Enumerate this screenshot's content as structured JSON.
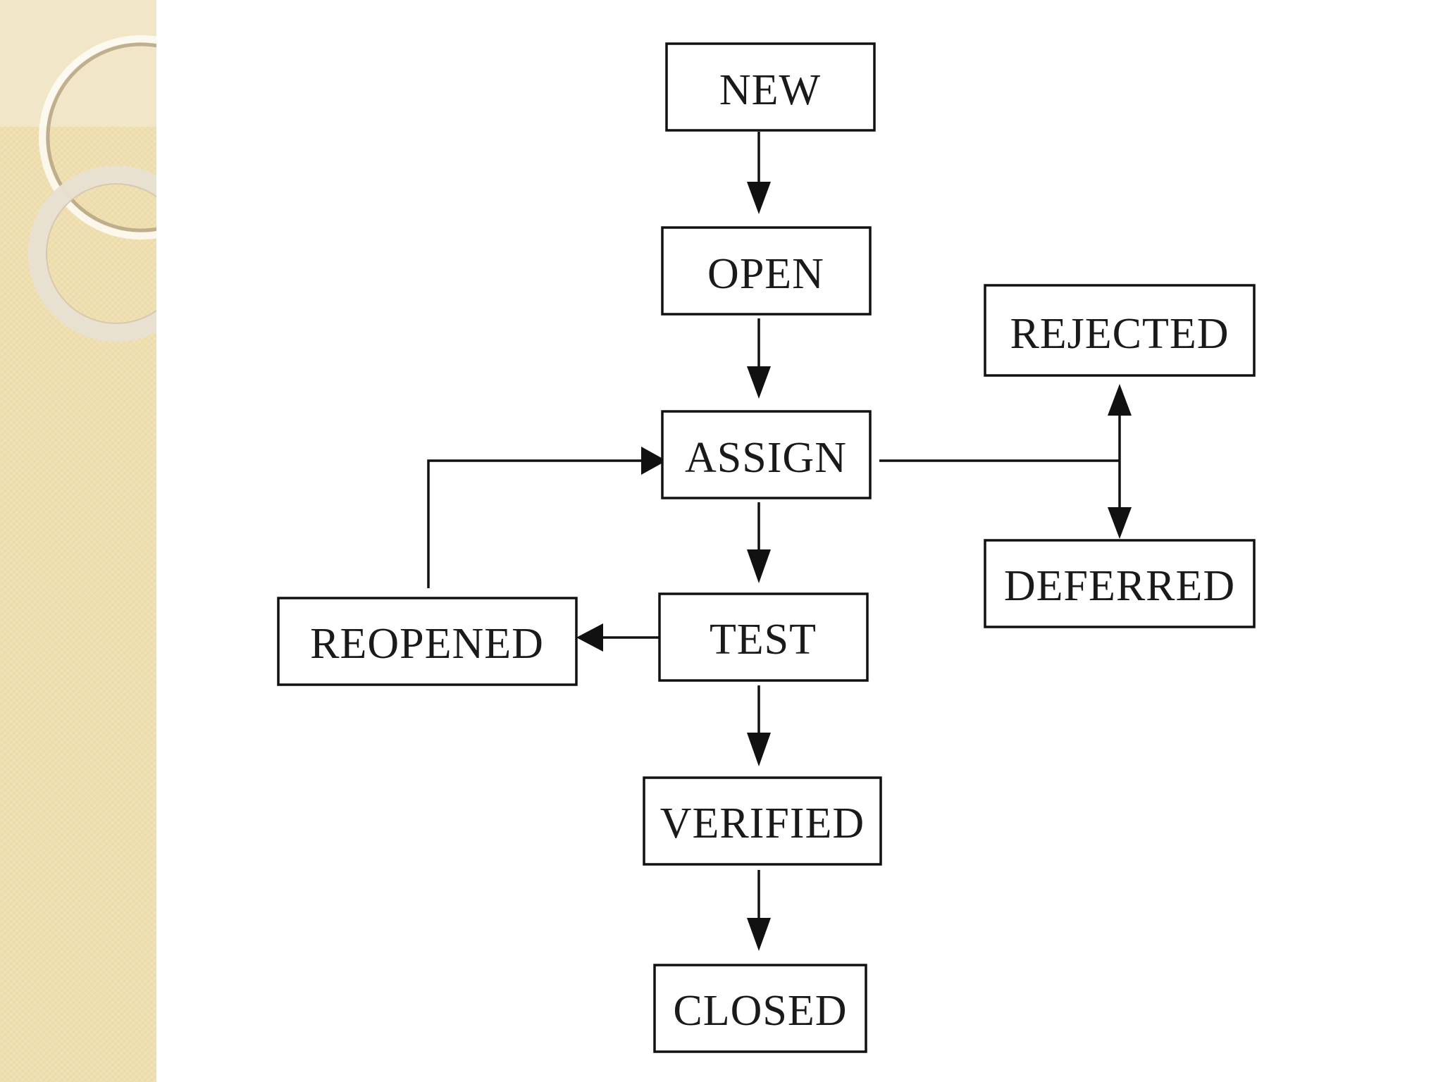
{
  "diagram": {
    "nodes": {
      "new": "NEW",
      "open": "OPEN",
      "assign": "ASSIGN",
      "rejected": "REJECTED",
      "deferred": "DEFERRED",
      "test": "TEST",
      "reopened": "REOPENED",
      "verified": "VERIFIED",
      "closed": "CLOSED"
    },
    "edges": [
      {
        "from": "NEW",
        "to": "OPEN"
      },
      {
        "from": "OPEN",
        "to": "ASSIGN"
      },
      {
        "from": "ASSIGN",
        "to": "TEST"
      },
      {
        "from": "ASSIGN",
        "to": "REJECTED"
      },
      {
        "from": "ASSIGN",
        "to": "DEFERRED"
      },
      {
        "from": "TEST",
        "to": "REOPENED"
      },
      {
        "from": "REOPENED",
        "to": "ASSIGN"
      },
      {
        "from": "TEST",
        "to": "VERIFIED"
      },
      {
        "from": "VERIFIED",
        "to": "CLOSED"
      }
    ]
  },
  "theme": {
    "sidebar_color": "#efdfb0",
    "line_color": "#111111",
    "background": "#ffffff"
  }
}
